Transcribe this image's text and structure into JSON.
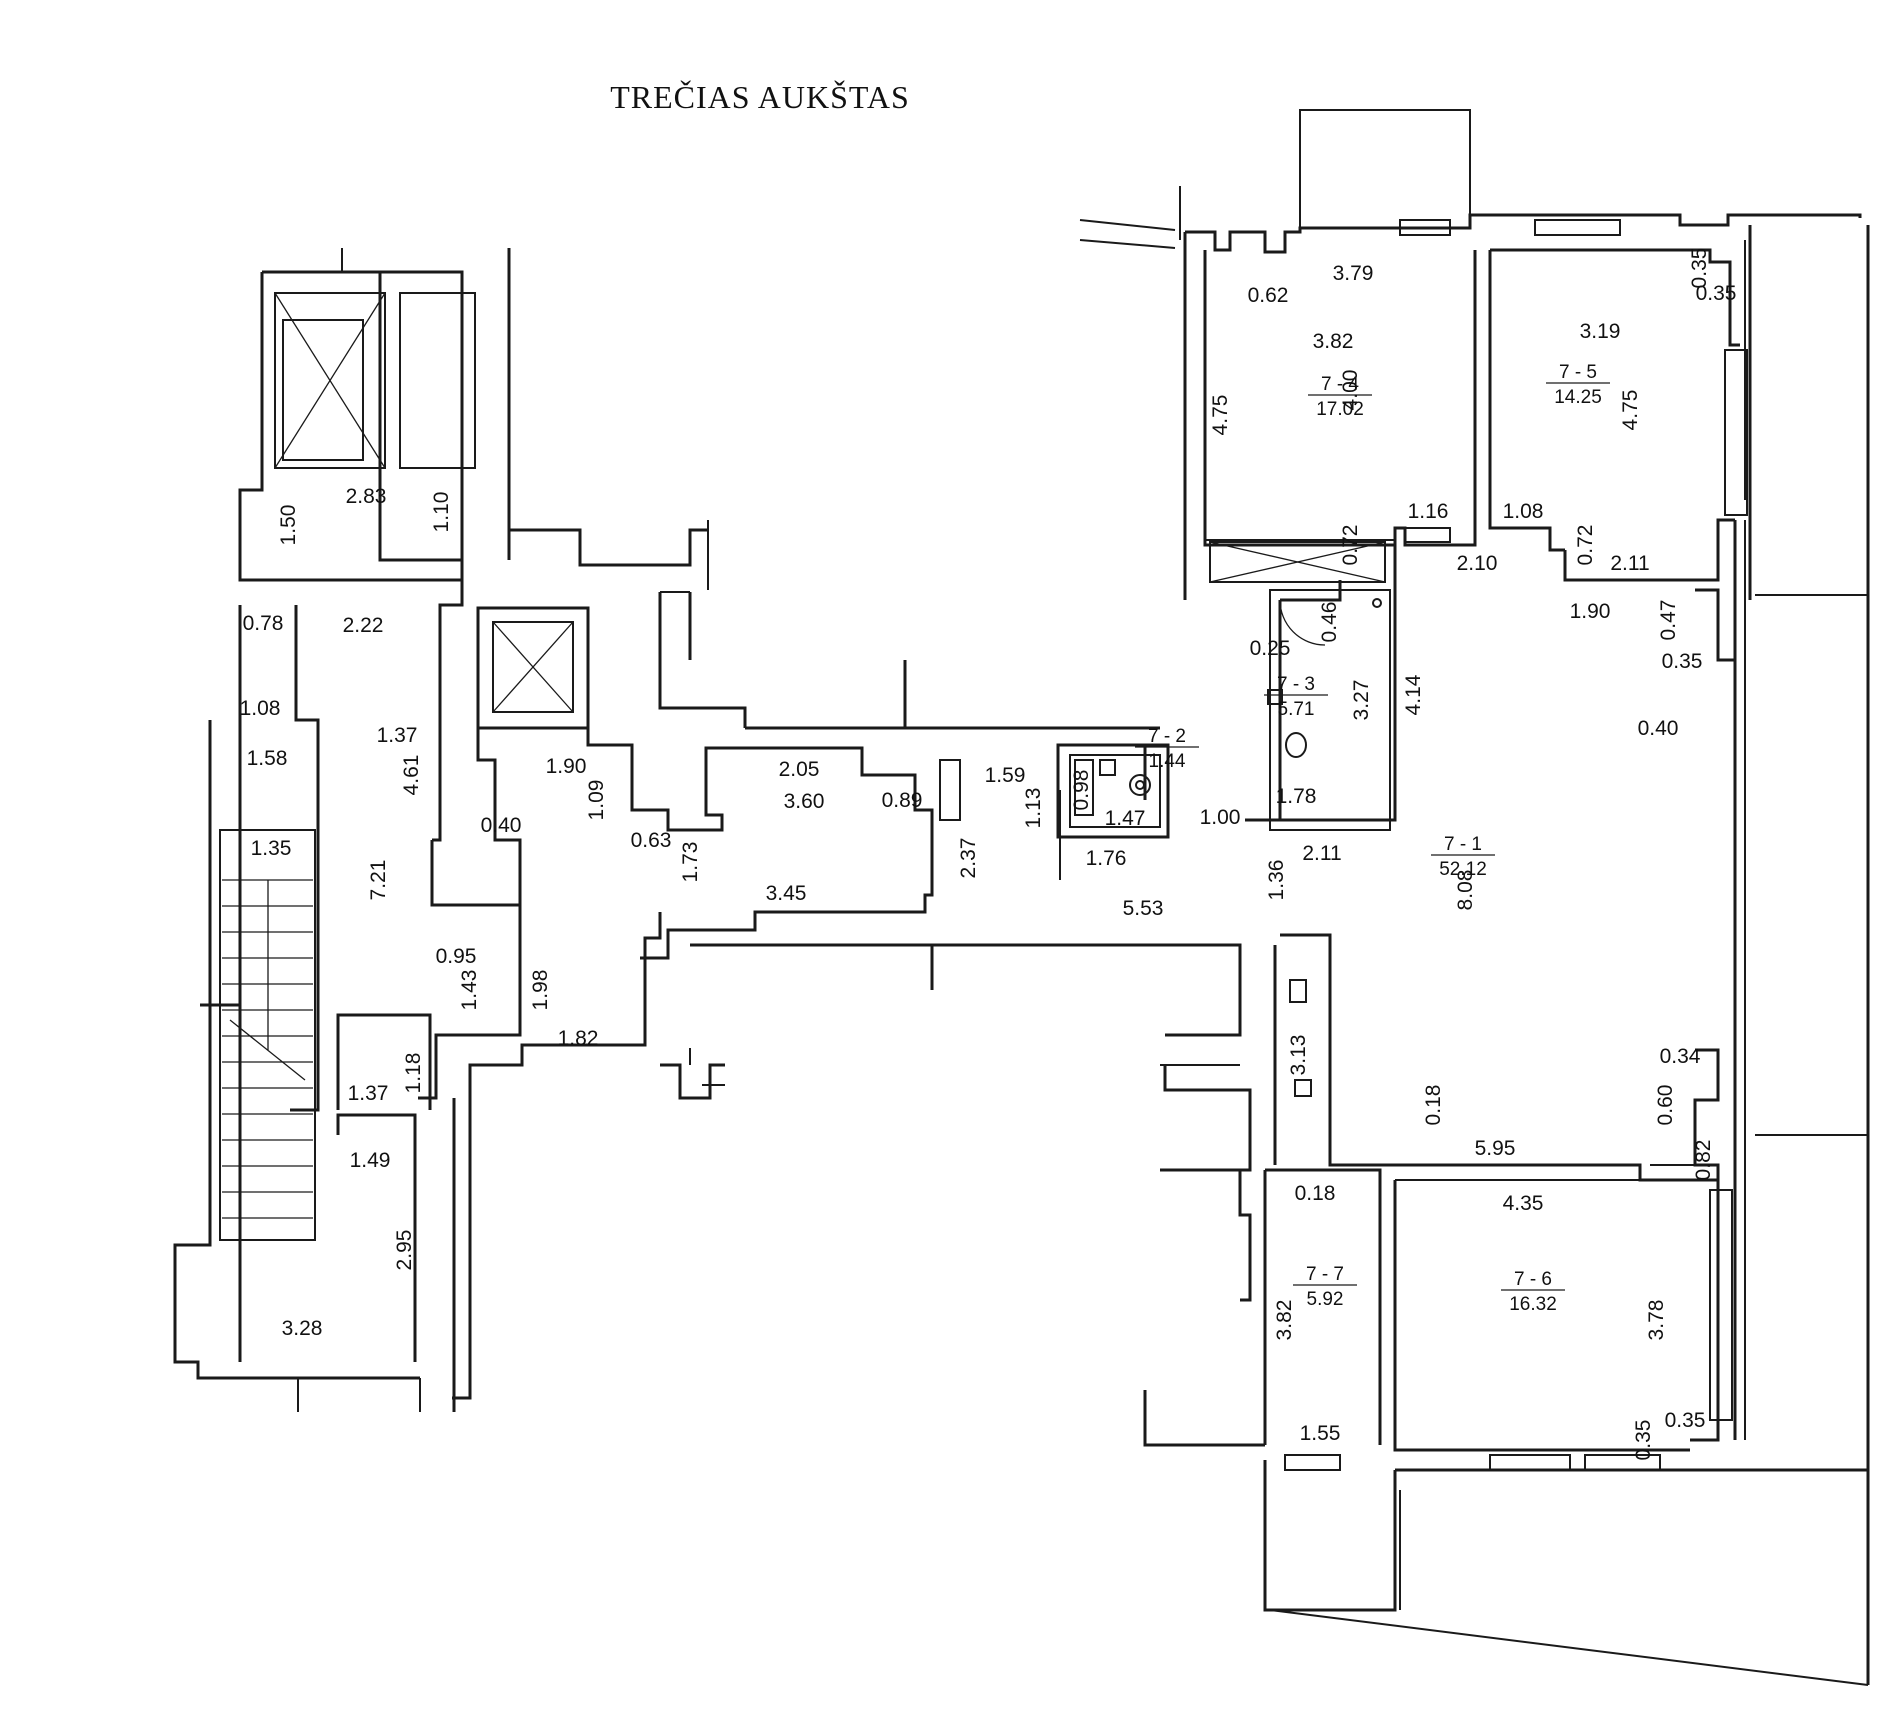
{
  "title": "TREČIAS AUKŠTAS",
  "rooms": [
    {
      "id": "7 - 1",
      "area": "52.12"
    },
    {
      "id": "7 - 2",
      "area": "1.44"
    },
    {
      "id": "7 - 3",
      "area": "5.71"
    },
    {
      "id": "7 - 4",
      "area": "17.02"
    },
    {
      "id": "7 - 5",
      "area": "14.25"
    },
    {
      "id": "7 - 6",
      "area": "16.32"
    },
    {
      "id": "7 - 7",
      "area": "5.92"
    }
  ],
  "dimensions": [
    "3.79",
    "0.62",
    "3.82",
    "4.75",
    "4.00",
    "0.35",
    "0.35",
    "3.19",
    "4.75",
    "1.16",
    "1.08",
    "0.72",
    "0.72",
    "2.10",
    "2.11",
    "1.90",
    "0.47",
    "0.35",
    "0.46",
    "0.25",
    "3.27",
    "4.14",
    "1.78",
    "0.40",
    "1.59",
    "1.13",
    "0.98",
    "1.47",
    "1.76",
    "1.00",
    "2.11",
    "2.37",
    "1.36",
    "5.53",
    "8.08",
    "3.13",
    "0.34",
    "0.60",
    "0.18",
    "5.95",
    "0.82",
    "0.18",
    "4.35",
    "3.82",
    "3.78",
    "1.55",
    "0.35",
    "0.35",
    "2.83",
    "1.50",
    "1.10",
    "0.78",
    "2.22",
    "1.08",
    "1.58",
    "1.37",
    "4.61",
    "1.35",
    "7.21",
    "1.90",
    "1.09",
    "0.40",
    "2.05",
    "3.60",
    "0.89",
    "0.63",
    "1.73",
    "3.45",
    "0.95",
    "1.43",
    "1.98",
    "1.82",
    "1.18",
    "1.37",
    "1.49",
    "2.95",
    "3.28"
  ]
}
